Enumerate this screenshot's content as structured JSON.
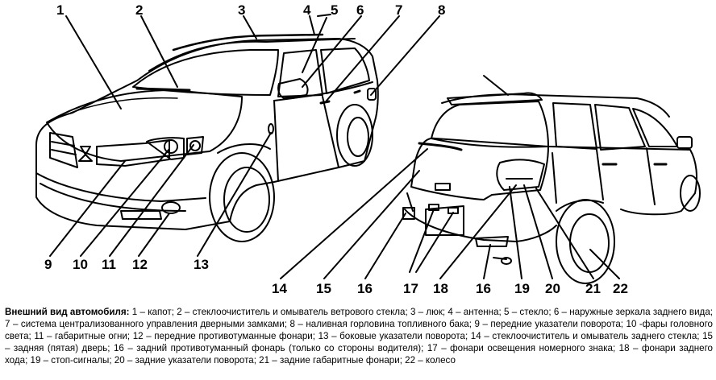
{
  "figure": {
    "callouts": [
      {
        "id": "c1",
        "text": "1"
      },
      {
        "id": "c2",
        "text": "2"
      },
      {
        "id": "c3",
        "text": "3"
      },
      {
        "id": "c4",
        "text": "4"
      },
      {
        "id": "c5",
        "text": "5"
      },
      {
        "id": "c6",
        "text": "6"
      },
      {
        "id": "c7",
        "text": "7"
      },
      {
        "id": "c8",
        "text": "8"
      },
      {
        "id": "c9",
        "text": "9"
      },
      {
        "id": "c10",
        "text": "10"
      },
      {
        "id": "c11",
        "text": "11"
      },
      {
        "id": "c12",
        "text": "12"
      },
      {
        "id": "c13",
        "text": "13"
      },
      {
        "id": "c14",
        "text": "14"
      },
      {
        "id": "c15",
        "text": "15"
      },
      {
        "id": "c16a",
        "text": "16"
      },
      {
        "id": "c17",
        "text": "17"
      },
      {
        "id": "c18",
        "text": "18"
      },
      {
        "id": "c16b",
        "text": "16"
      },
      {
        "id": "c19",
        "text": "19"
      },
      {
        "id": "c20",
        "text": "20"
      },
      {
        "id": "c21",
        "text": "21"
      },
      {
        "id": "c22",
        "text": "22"
      }
    ]
  },
  "caption": {
    "lead": "Внешний вид автомобиля:",
    "body": " 1 – капот; 2 – стеклоочиститель и омыватель ветрового стекла; 3 – люк; 4 – антенна; 5 – стекло; 6 – наружные зеркала заднего вида; 7 – система централизованного управления дверными замками; 8 – наливная горловина топливного бака; 9 – передние указатели поворота; 10 -фары головного света; 11 – габаритные огни; 12 – передние противотуманные фонари; 13 – боковые указатели поворота; 14 – стеклоочиститель и омыватель заднего стекла; 15 – задняя (пятая) дверь; 16 – задний противотуманный фонарь (только со стороны водителя); 17 – фонари освещения номерного знака; 18 – фонари заднего хода; 19 – стоп-сигналы; 20 – задние указатели поворота; 21 – задние габаритные фонари; 22 – колесо"
  }
}
